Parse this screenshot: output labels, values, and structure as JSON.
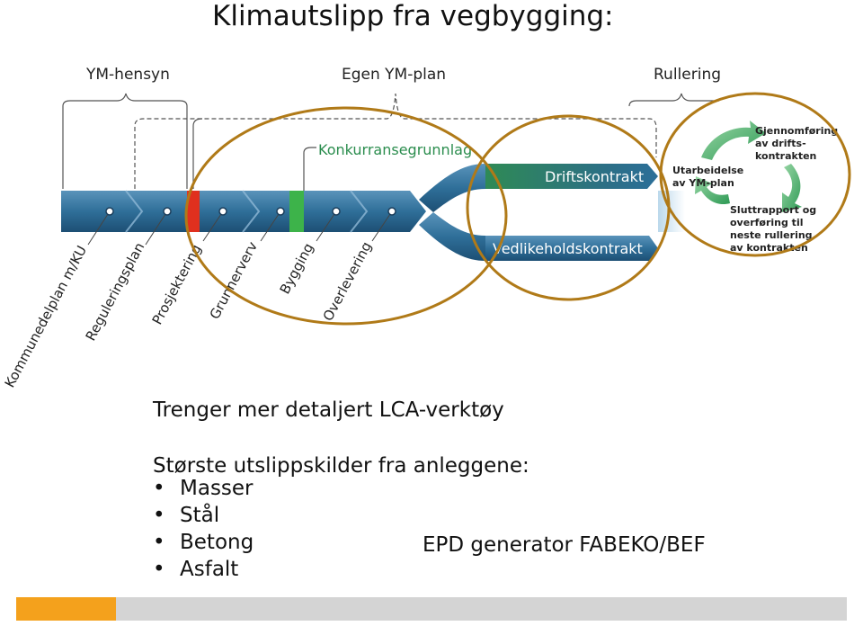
{
  "slide": {
    "title": "Klimautslipp fra vegbygging:",
    "lca_line": "Trenger mer detaljert LCA-verktøy",
    "sources_heading": "Største utslippskilder fra anleggene:",
    "bullets": [
      "Masser",
      "Stål",
      "Betong",
      "Asfalt"
    ],
    "epd_note": "EPD generator FABEKO/BEF"
  },
  "diagram": {
    "group_labels": {
      "ym_hensyn": "YM-hensyn",
      "egen_ym_plan": "Egen YM-plan",
      "rullering": "Rullering"
    },
    "konkurransegrunnlag": "Konkurransegrunnlag",
    "driftskontrakt": "Driftskontrakt",
    "vedlikeholdskontrakt": "Vedlikeholdskontrakt",
    "phases": [
      "Kommunedelplan m/KU",
      "Reguleringsplan",
      "Prosjektering",
      "Grunnerverv",
      "Bygging",
      "Overlevering"
    ],
    "cycle": {
      "utarbeidelse": [
        "Utarbeidelse",
        "av YM-plan"
      ],
      "gjennomforing": [
        "Gjennomføring",
        "av drifts-",
        "kontrakten"
      ],
      "sluttrapport": [
        "Sluttrapport og",
        "overføring til",
        "neste rullering",
        "av kontrakten"
      ]
    },
    "colors": {
      "arrow_blue": "#2f6f99",
      "arrow_green": "#2e9a55",
      "circle_gold": "#b07a18",
      "marker_red": "#e0301e",
      "marker_green": "#3db34a"
    }
  },
  "footer": {
    "accent_color": "#f4a11c",
    "bar_color": "#d4d4d4"
  }
}
